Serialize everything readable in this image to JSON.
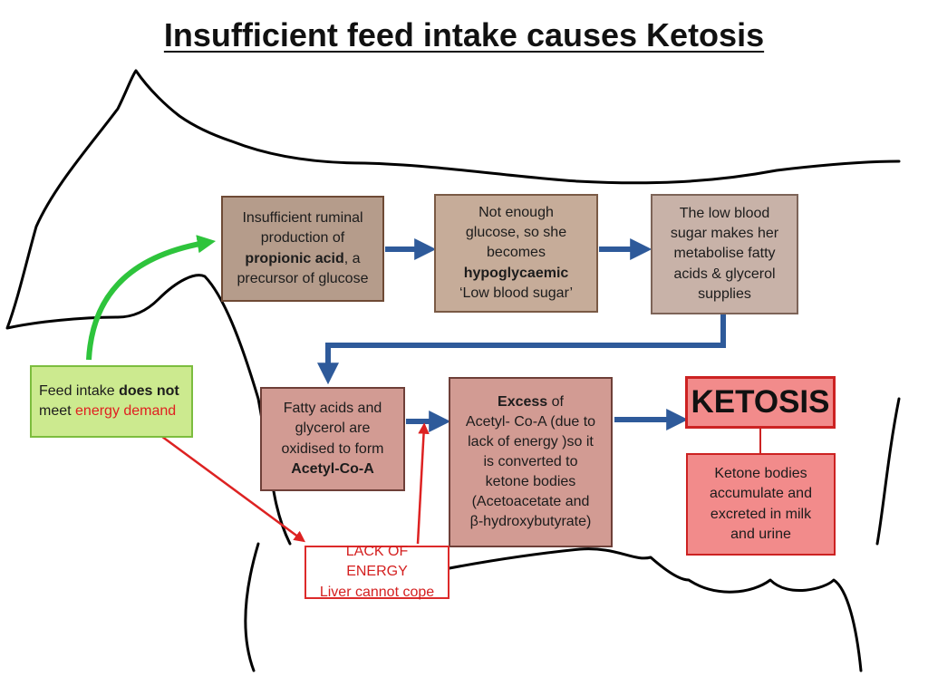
{
  "title": "Insufficient feed intake causes Ketosis",
  "colors": {
    "flow_arrow": "#2e5a9a",
    "feed_arrow": "#2ec43c",
    "energy_arrow": "#dd2222",
    "cow_outline": "#000000"
  },
  "boxes": {
    "propionic": {
      "line1": "Insufficient ruminal",
      "line2": "production of",
      "line3_bold": "propionic acid",
      "line3_rest": ", a",
      "line4": "precursor of glucose"
    },
    "glucose": {
      "line1": "Not enough",
      "line2": "glucose, so she",
      "line3": "becomes",
      "line4_bold": "hypoglycaemic",
      "line5": "‘Low blood sugar’"
    },
    "low_blood_sugar": {
      "line1": "The low blood",
      "line2": "sugar makes her",
      "line3": "metabolise fatty",
      "line4": "acids & glycerol",
      "line5": "supplies"
    },
    "fatty_acids": {
      "line1": "Fatty acids and",
      "line2": "glycerol are",
      "line3": "oxidised to form",
      "line4_bold": "Acetyl-Co-A"
    },
    "excess": {
      "line1_bold": "Excess",
      "line1_rest": " of",
      "line2": "Acetyl- Co-A (due to",
      "line3": "lack of energy )so it",
      "line4": "is converted to",
      "line5": "ketone bodies",
      "line6": "(Acetoacetate and",
      "line7": "β-hydroxybutyrate)"
    },
    "ketosis": {
      "label": "KETOSIS"
    },
    "ketone_bodies": {
      "line1": "Ketone bodies",
      "line2": "accumulate and",
      "line3": "excreted in milk",
      "line4": "and urine"
    },
    "feed_intake": {
      "line1_a": "Feed intake ",
      "line1_bold": "does not",
      "line2_a": "meet ",
      "line2_red": "energy demand"
    },
    "lack_energy": {
      "line1": "LACK OF ENERGY",
      "line2": "Liver cannot cope"
    }
  }
}
